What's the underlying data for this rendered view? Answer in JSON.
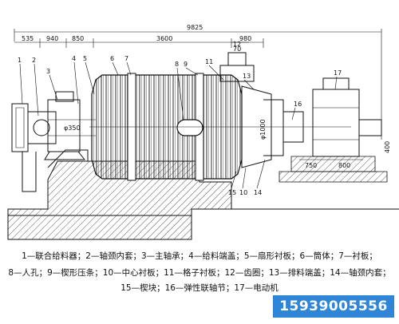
{
  "dimensions": {
    "total": "9825",
    "d535": "535",
    "d940": "940",
    "d850": "850",
    "d3600": "3600",
    "d980": "980",
    "d70": "70",
    "d750": "750",
    "d800": "800",
    "d400": "400",
    "dia350": "φ350",
    "dia1000": "φ1000"
  },
  "callouts": {
    "n1": "1",
    "n2": "2",
    "n3": "3",
    "n4": "4",
    "n5": "5",
    "n6": "6",
    "n7": "7",
    "n8": "8",
    "n9": "9",
    "n10": "10",
    "n11": "11",
    "n12": "12",
    "n13": "13",
    "n14": "14",
    "n15": "15",
    "n16": "16",
    "n17": "17"
  },
  "legend": {
    "line1": "1—联合给料器；2—轴颈内套；3—主轴承；4—给料端盖；5—扇形衬板；6—筒体；7—衬板；",
    "line2": "8—人孔；9—楔形压条；10—中心衬板；11—格子衬板；12—齿圈；13—排料端盖；14—轴颈内套；",
    "line3": "15—楔块；16—弹性联轴节；17—电动机"
  },
  "contact": {
    "phone": "15939005556"
  }
}
